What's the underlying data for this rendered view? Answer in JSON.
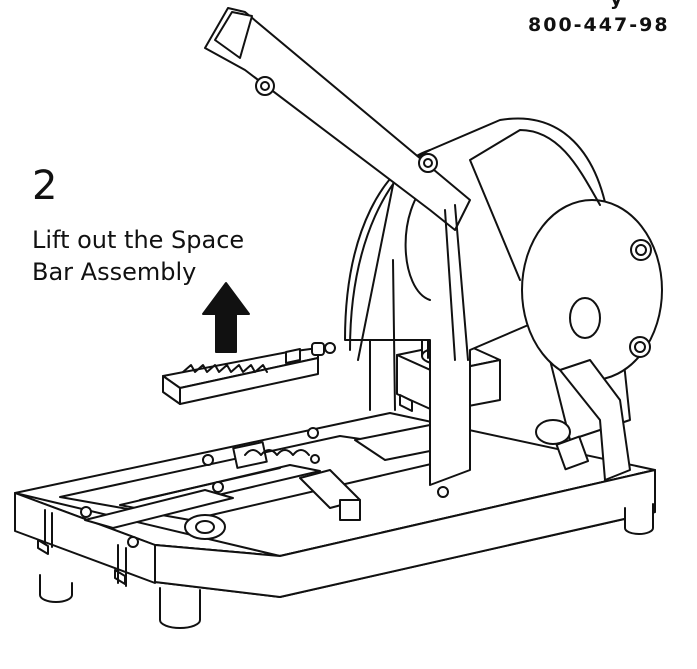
{
  "header": {
    "phone": "800-447-98",
    "phone_partial_top": "y"
  },
  "step": {
    "number": "2",
    "instruction_line1": "Lift out the Space",
    "instruction_line2": "Bar Assembly"
  },
  "illustration": {
    "icon": "key-machine-diagram-icon",
    "arrow_icon": "up-arrow-icon",
    "line_color": "#111111",
    "fill_color": "#ffffff"
  }
}
